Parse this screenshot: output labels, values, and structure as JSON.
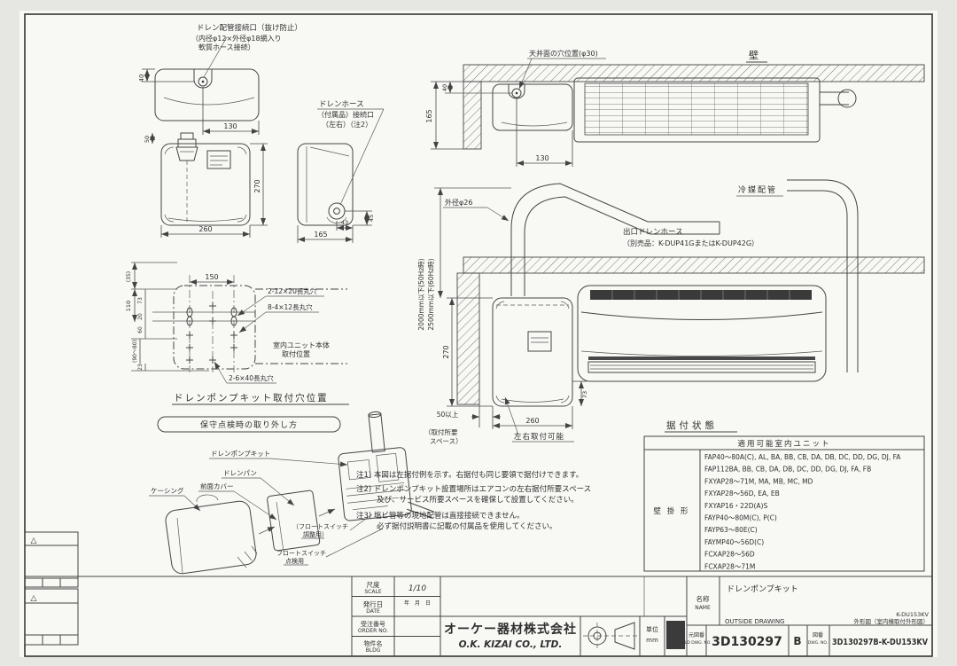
{
  "pump_views": {
    "port_note1": "ドレン配管接続口（抜け防止）",
    "port_note2": "（内径φ12×外径φ18網入り",
    "port_note3": "　軟質ホース接続）",
    "dim_top_h": "40",
    "dim_top_w": "130",
    "dim_front_top": "50",
    "dim_front_h": "270",
    "dim_front_w": "260",
    "dim_side_w": "165",
    "dim_side_out_x": "43",
    "dim_side_out_y": "45",
    "hose_label1": "ドレンホース",
    "hose_label2": "（付属品）接続口",
    "hose_label3": "（左右）（注2）"
  },
  "hole_diagram": {
    "dim_150": "150",
    "dim_35": "(35)",
    "dim_110": "110",
    "dim_73": "73",
    "dim_20": "20",
    "dim_60": "60",
    "dim_9080": "(90～80)",
    "dim_23": "23",
    "label_hole_a": "2-12×20長丸穴",
    "label_hole_b": "8-4×12長丸穴",
    "label_hole_c": "2-6×40長丸穴",
    "label_unit_1": "室内ユニット本体",
    "label_unit_2": "取付位置",
    "title": "ドレンポンプキット取付穴位置"
  },
  "exploded": {
    "title": "保守点検時の取り外し方",
    "label_kit": "ドレンポンプキット",
    "label_pan": "ドレンパン",
    "label_cover": "前面カバー",
    "label_casing": "ケーシング",
    "label_float_a1": "（フロートスイッチ",
    "label_float_a2": "調整用）",
    "label_float_b1": "フロートスイッチ",
    "label_float_b2": "点検用"
  },
  "notes": {
    "n1": "注1) 本図は左据付例を示す。右据付も同じ要領で据付けできます。",
    "n2a": "注2) ドレンポンプキット設置場所はエアコンの左右据付所要スペース",
    "n2b": "及び、サービス所要スペースを確保して設置してください。",
    "n3a": "注3) 塩ビ管等の現地配管は直接接続できません。",
    "n3b": "必ず据付説明書に記載の付属品を使用してください。"
  },
  "ceiling_view": {
    "wall": "壁",
    "hole_note": "天井面の穴位置(φ30)",
    "dim_165": "165",
    "dim_40": "40",
    "dim_130": "130"
  },
  "install_view": {
    "refrigerant": "冷媒配管",
    "hose_od": "外径φ26",
    "outlet1": "出口ドレンホース",
    "outlet2": "（別売品：K-DUP41GまたはK-DUP42G）",
    "lift_50": "2000mm以下(50Hz時)",
    "lift_60": "2500mm以下(60Hz時)",
    "dim_270": "270",
    "dim_50": "50以上",
    "space1": "（取付所要",
    "space2": "スペース）",
    "dim_260": "260",
    "dim_73": "73",
    "lr_note": "左右取付可能"
  },
  "applicable_table": {
    "title": "据付状態",
    "header": "適用可能室内ユニット",
    "row_label": "壁 掛 形",
    "models": [
      "FAP40～80A(C), AL, BA, BB, CB, DA, DB, DC, DD, DG, DJ, FA",
      "FAP112BA, BB, CB, DA, DB, DC, DD, DG, DJ, FA, FB",
      "FXYAP28～71M, MA, MB, MC, MD",
      "FXYAP28～56D, EA, EB",
      "FXYAP16・22D(A)S",
      "FAYP40～80M(C), P(C)",
      "FAYP63～80E(C)",
      "FAYMP40～56D(C)",
      "FCXAP28～56D",
      "FCXAP28～71M"
    ]
  },
  "title_block": {
    "scale_label": "尺度",
    "scale_label_en": "SCALE",
    "scale_value": "1/10",
    "date_label": "発行日",
    "date_label_en": "DATE",
    "date_value": "年　月　日",
    "order_label": "受注番号",
    "order_label_en": "ORDER NO.",
    "bldg_label": "物件名",
    "bldg_label_en": "BLDG",
    "company_jp": "オーケー器材株式会社",
    "company_en": "O.K. KIZAI CO., LTD.",
    "unit_label": "単位",
    "unit_value": "mm",
    "name_label": "名称",
    "name_label_en": "NAME",
    "name_value": "ドレンポンプキット",
    "model_code": "K-DU153KV",
    "drawing_type_en": "OUTSIDE DRAWING",
    "drawing_type_jp": "外形図（室内機取付外形図）",
    "old_dwg_label": "元図番",
    "old_dwg_label_en": "OLD DWG. NO.",
    "old_dwg_no": "3D130297",
    "rev": "B",
    "dwg_label": "図番",
    "dwg_label_en": "DWG. NO.",
    "dwg_no": "3D130297B-K-DU153KV"
  },
  "revision": {
    "tri1": "△",
    "tri2": "△"
  }
}
